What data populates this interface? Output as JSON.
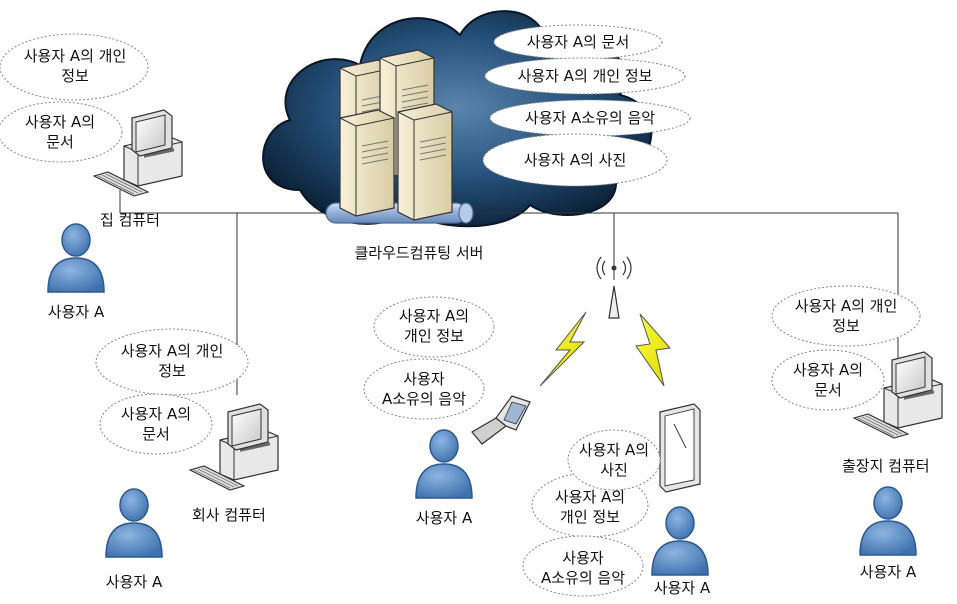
{
  "server": {
    "label": "클라우드컴퓨팅 서버",
    "bubbles": [
      "사용자 A의 문서",
      "사용자 A의 개인 정보",
      "사용자 A소유의 음악",
      "사용자 A의 사진"
    ]
  },
  "home": {
    "label": "집 컴퓨터",
    "user": "사용자 A",
    "bubble1": [
      "사용자 A의 개인",
      "정보"
    ],
    "bubble2": [
      "사용자 A의",
      "문서"
    ]
  },
  "office": {
    "label": "회사 컴퓨터",
    "user": "사용자 A",
    "bubble1": [
      "사용자 A의 개인",
      "정보"
    ],
    "bubble2": [
      "사용자 A의",
      "문서"
    ]
  },
  "phone": {
    "user": "사용자 A",
    "bubble1": [
      "사용자 A의",
      "개인 정보"
    ],
    "bubble2": [
      "사용자",
      "A소유의 음악"
    ]
  },
  "tablet": {
    "user": "사용자 A",
    "bubble1": [
      "사용자 A의",
      "사진"
    ],
    "bubble2": [
      "사용자 A의",
      "개인 정보"
    ],
    "bubble3": [
      "사용자",
      "A소유의 음악"
    ]
  },
  "travel": {
    "label": "출장지 컴퓨터",
    "user": "사용자 A",
    "bubble1": [
      "사용자 A의 개인",
      "정보"
    ],
    "bubble2": [
      "사용자 A의",
      "문서"
    ]
  },
  "colors": {
    "cloud_dark": "#0d2740",
    "cloud_mid": "#2f5f86",
    "person_blue": "#5b8fc9",
    "pipe_blue": "#a9bfe0",
    "server_beige": "#efe6c8",
    "bolt_yellow": "#f2f20a"
  }
}
